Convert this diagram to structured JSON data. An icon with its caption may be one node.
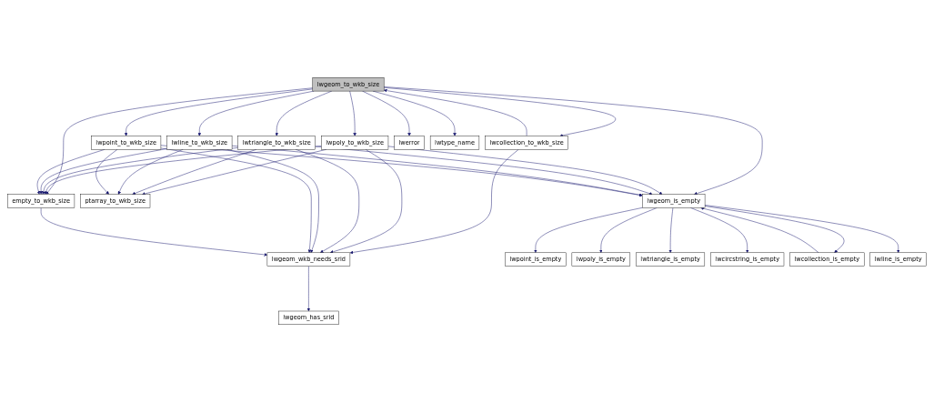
{
  "diagram": {
    "nodes": [
      {
        "text": [
          "lwgeom_to_wkb_size"
        ]
      },
      {
        "text": [
          "lwcollection_to_wkb_size"
        ]
      },
      {
        "text": [
          "lwpoly_to_wkb_size"
        ]
      },
      {
        "text": [
          "lwtriangle_to_wkb_size"
        ]
      },
      {
        "text": [
          "lwline_to_wkb_size"
        ]
      },
      {
        "text": [
          "lwpoint_to_wkb_size"
        ]
      },
      {
        "text": [
          "lwerror"
        ]
      },
      {
        "text": [
          "lwtype_name"
        ]
      },
      {
        "text": [
          "empty_to_wkb_size"
        ]
      },
      {
        "text": [
          "ptarray_to_wkb_size"
        ]
      },
      {
        "text": [
          "lwgeom_is_empty"
        ]
      },
      {
        "text": [
          "lwgeom_wkb_needs_srid"
        ]
      },
      {
        "text": [
          "lwgeom_has_srid"
        ]
      },
      {
        "text": [
          "lwpoint_is_empty"
        ]
      },
      {
        "text": [
          "lwpoly_is_empty"
        ]
      },
      {
        "text": [
          "lwtriangle_is_empty"
        ]
      },
      {
        "text": [
          "lwcircstring_is_empty"
        ]
      },
      {
        "text": [
          "lwcollection_is_empty"
        ]
      },
      {
        "text": [
          "lwline_is_empty"
        ]
      }
    ],
    "edges": [
      {
        "from": 0,
        "to": 1,
        "arrow": "to"
      },
      {
        "from": 0,
        "to": 8,
        "arrow": "to"
      },
      {
        "from": 0,
        "to": 2,
        "arrow": "to"
      },
      {
        "from": 0,
        "to": 3,
        "arrow": "to"
      },
      {
        "from": 0,
        "to": 4,
        "arrow": "to"
      },
      {
        "from": 0,
        "to": 5,
        "arrow": "to"
      },
      {
        "from": 0,
        "to": 10,
        "arrow": "to"
      },
      {
        "from": 0,
        "to": 6,
        "arrow": "to"
      },
      {
        "from": 0,
        "to": 7,
        "arrow": "to"
      },
      {
        "from": 1,
        "to": 0,
        "arrow": "to"
      },
      {
        "from": 1,
        "to": 11,
        "arrow": "to"
      },
      {
        "from": 2,
        "to": 11,
        "arrow": "to"
      },
      {
        "from": 2,
        "to": 8,
        "arrow": "to"
      },
      {
        "from": 2,
        "to": 9,
        "arrow": "to"
      },
      {
        "from": 2,
        "to": 10,
        "arrow": "to"
      },
      {
        "from": 3,
        "to": 11,
        "arrow": "to"
      },
      {
        "from": 3,
        "to": 8,
        "arrow": "to"
      },
      {
        "from": 3,
        "to": 9,
        "arrow": "to"
      },
      {
        "from": 3,
        "to": 10,
        "arrow": "to"
      },
      {
        "from": 4,
        "to": 8,
        "arrow": "to"
      },
      {
        "from": 4,
        "to": 9,
        "arrow": "to"
      },
      {
        "from": 4,
        "to": 11,
        "arrow": "to"
      },
      {
        "from": 4,
        "to": 10,
        "arrow": "to"
      },
      {
        "from": 5,
        "to": 8,
        "arrow": "to"
      },
      {
        "from": 5,
        "to": 9,
        "arrow": "to"
      },
      {
        "from": 5,
        "to": 11,
        "arrow": "to"
      },
      {
        "from": 5,
        "to": 10,
        "arrow": "to"
      },
      {
        "from": 8,
        "to": 11,
        "arrow": "to"
      },
      {
        "from": 11,
        "to": 12,
        "arrow": "to"
      },
      {
        "from": 10,
        "to": 13,
        "arrow": "to"
      },
      {
        "from": 10,
        "to": 14,
        "arrow": "to"
      },
      {
        "from": 10,
        "to": 15,
        "arrow": "to"
      },
      {
        "from": 10,
        "to": 16,
        "arrow": "to"
      },
      {
        "from": 10,
        "to": 17,
        "arrow": "to"
      },
      {
        "from": 10,
        "to": 18,
        "arrow": "to"
      },
      {
        "from": 17,
        "to": 10,
        "arrow": "to"
      }
    ]
  }
}
